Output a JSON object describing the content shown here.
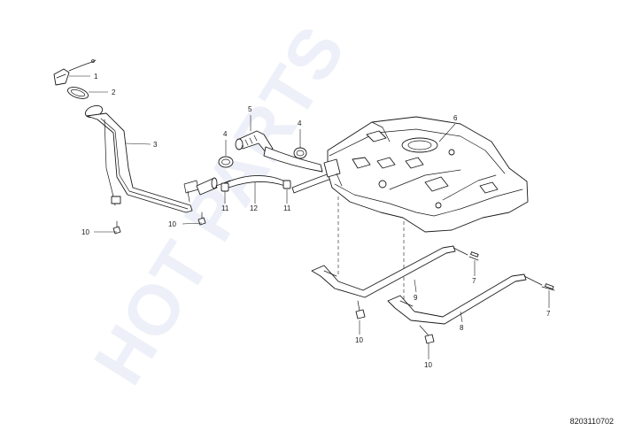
{
  "watermark": {
    "text": "HOT PARTS",
    "color": "#dfe5f3"
  },
  "diagram_code": "8203110702",
  "callouts": {
    "c1": "1",
    "c2": "2",
    "c3": "3",
    "c4a": "4",
    "c4b": "4",
    "c5": "5",
    "c6": "6",
    "c7a": "7",
    "c7b": "7",
    "c8": "8",
    "c9": "9",
    "c10a": "10",
    "c10b": "10",
    "c10c": "10",
    "c10d": "10",
    "c11a": "11",
    "c11b": "11",
    "c12": "12"
  }
}
